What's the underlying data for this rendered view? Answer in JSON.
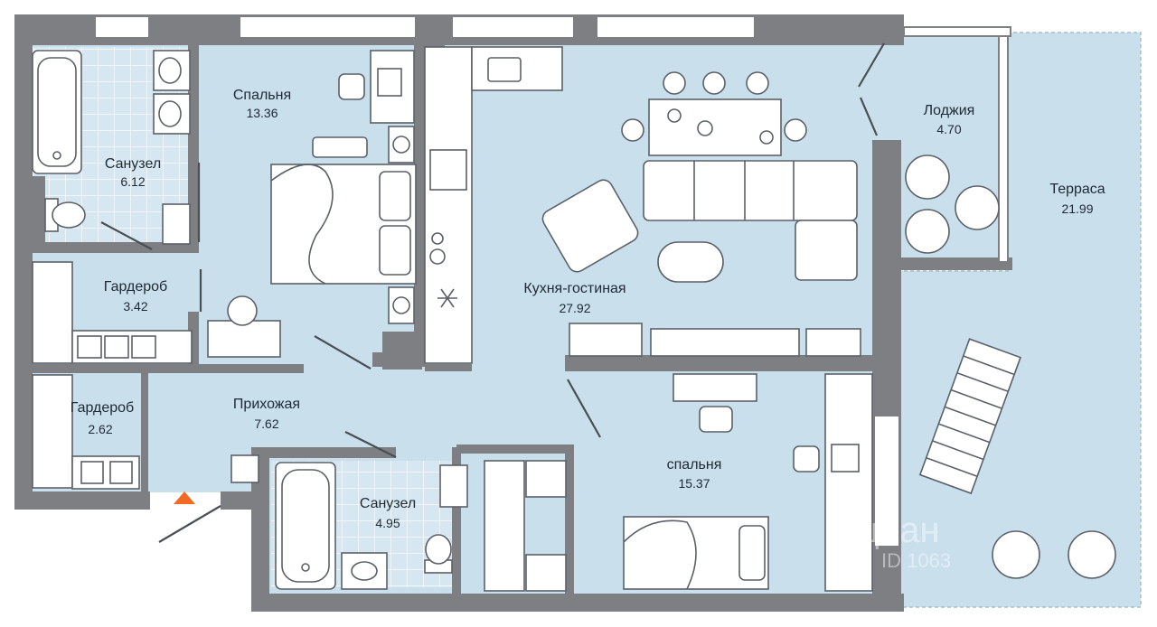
{
  "rooms": {
    "bathroom_1": {
      "name": "Санузел",
      "area": "6.12"
    },
    "bedroom_1": {
      "name": "Спальня",
      "area": "13.36"
    },
    "wardrobe_1": {
      "name": "Гардероб",
      "area": "3.42"
    },
    "wardrobe_2": {
      "name": "Гардероб",
      "area": "2.62"
    },
    "hallway": {
      "name": "Прихожая",
      "area": "7.62"
    },
    "bathroom_2": {
      "name": "Санузел",
      "area": "4.95"
    },
    "kitchen_living": {
      "name": "Кухня-гостиная",
      "area": "27.92"
    },
    "bedroom_2": {
      "name": "спальня",
      "area": "15.37"
    },
    "loggia": {
      "name": "Лоджия",
      "area": "4.70"
    },
    "terrace": {
      "name": "Терраса",
      "area": "21.99"
    }
  },
  "watermark": {
    "brand": "циан",
    "id": "ID 1063"
  },
  "colors": {
    "floor": "#c9dfec",
    "tile": "#dcebf4",
    "wall": "#7d7f82",
    "entrance_marker": "#f26a21"
  },
  "icons": {
    "entrance": "triangle-up"
  }
}
